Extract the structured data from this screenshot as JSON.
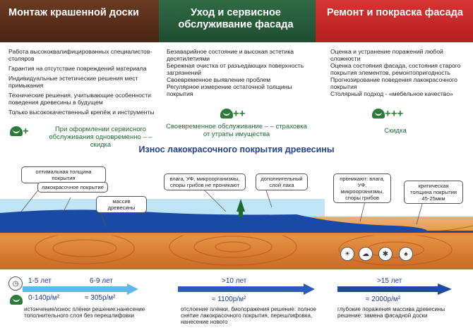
{
  "headers": {
    "left": "Монтаж крашенной доски",
    "middle": "Уход и сервисное обслуживание фасада",
    "right": "Ремонт и покраска фасада"
  },
  "col1": [
    "Работа высококвалифицированных специалистов-столяров",
    "Гарантия на отсутствие повреждений материала",
    "Индивидуальные эстетические решения мест примыкания",
    "Технические решения, учитывающие особенности поведения древесины в будущем",
    "Только высококачественный крепёж и инструменты"
  ],
  "col2": [
    "Безаварийное состояние и высокая эстетика десятилетиями",
    "Бережная очистка от разъедающих поверхность загрязнений",
    "Своевременное выявление проблем",
    "Регулярное измерение остаточной толщины покрытия"
  ],
  "col3": [
    "Оценка  и устранение поражений любой сложности",
    "Оценка состояния фасада, состояния старого покрытия элементов, ремонтопригодность",
    "Прогнозирование поведения лакокрасочного покрытия",
    "Столярный подход - «мебельное качество»"
  ],
  "notes": {
    "left_plus": "+",
    "left": "При оформлении сервисного обслуживания одновременно – – скидка",
    "middle_plus": "++",
    "middle": "Своевременное обслуживание – – страховка от утраты имущества",
    "right_plus": "+++",
    "right": "Скидка"
  },
  "section_title": "Износ лакокрасочного покрытия древесины",
  "bubbles": {
    "b1": "оптимальная толщина покрытия",
    "b2": "лакокрасочное покрытие",
    "b3": "массив древесины",
    "b4": "влага, УФ, микроорганизмы, споры грибов не проникают",
    "b5": "дополнительный слой лака",
    "b6": "проникают: влага, УФ, микроорганизмы, споры грибов",
    "b7": "критическая толщина покрытия 45-25мкм"
  },
  "timeline": {
    "t1": "1-5 лет",
    "t2": "6-9 лет",
    "c1": "0-140р/м²",
    "c2": "≈ 305р/м²",
    "d1": "истончение/износ плёнки решение:нанесение тополнительного слоя без перешлифовки",
    "t3": ">10 лет",
    "c3": "≈ 1100р/м²",
    "d2": "отслоение плёнки, биопоражения решение: полное снятие лакокрасочного покрытия, перешлифовка, нанесение нового",
    "t4": ">15 лет",
    "c4": "≈ 2000р/м²",
    "d3": "глубокие поражения массива древесины решение: замена фасадной доски"
  },
  "colors": {
    "brown": "#5a2e1a",
    "green": "#2a5e3c",
    "red": "#cc2b2b",
    "arrow_light": "#5fb8e6",
    "arrow_dark": "#1e4ba0"
  }
}
